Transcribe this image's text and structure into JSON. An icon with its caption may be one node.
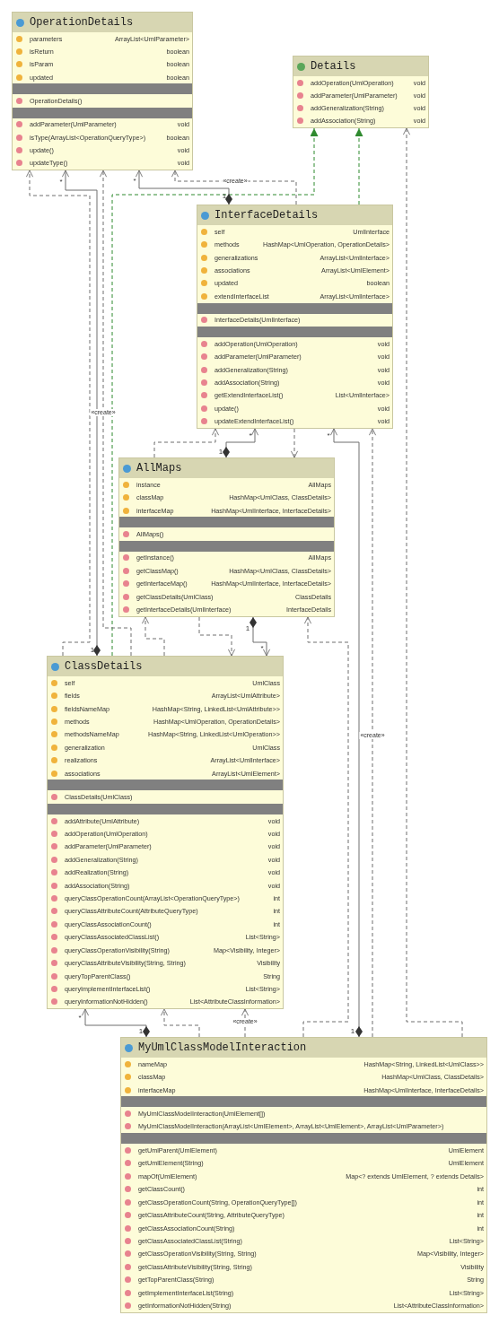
{
  "diagram": {
    "nodes": [
      {
        "text": [
          "OperationDetails",
          "parameters",
          "ArrayList<UmlParameter>",
          "isReturn",
          "boolean",
          "isParam",
          "boolean",
          "updated",
          "boolean",
          "OperationDetails()",
          "addParameter(UmlParameter)",
          "void",
          "isType(ArrayList<OperationQueryType>)",
          "boolean",
          "update()",
          "void",
          "updateType()",
          "void"
        ]
      },
      {
        "text": [
          "Details",
          "addOperation(UmlOperation)",
          "void",
          "addParameter(UmlParameter)",
          "void",
          "addGeneralization(String)",
          "void",
          "addAssociation(String)",
          "void"
        ]
      },
      {
        "text": [
          "InterfaceDetails",
          "self",
          "UmlInterface",
          "methods",
          "HashMap<UmlOperation, OperationDetails>",
          "generalizations",
          "ArrayList<UmlInterface>",
          "associations",
          "ArrayList<UmlElement>",
          "updated",
          "boolean",
          "extendInterfaceList",
          "ArrayList<UmlInterface>",
          "InterfaceDetails(UmlInterface)",
          "addOperation(UmlOperation)",
          "void",
          "addParameter(UmlParameter)",
          "void",
          "addGeneralization(String)",
          "void",
          "addAssociation(String)",
          "void",
          "getExtendInterfaceList()",
          "List<UmlInterface>",
          "update()",
          "void",
          "updateExtendInterfaceList()",
          "void"
        ]
      },
      {
        "text": [
          "AllMaps",
          "instance",
          "AllMaps",
          "classMap",
          "HashMap<UmlClass, ClassDetails>",
          "interfaceMap",
          "HashMap<UmlInterface, InterfaceDetails>",
          "AllMaps()",
          "getInstance()",
          "AllMaps",
          "getClassMap()",
          "HashMap<UmlClass, ClassDetails>",
          "getInterfaceMap()",
          "HashMap<UmlInterface, InterfaceDetails>",
          "getClassDetails(UmlClass)",
          "ClassDetails",
          "getInterfaceDetails(UmlInterface)",
          "InterfaceDetails"
        ]
      },
      {
        "text": [
          "ClassDetails",
          "self",
          "UmlClass",
          "fields",
          "ArrayList<UmlAttribute>",
          "fieldsNameMap",
          "HashMap<String, LinkedList<UmlAttribute>>",
          "methods",
          "HashMap<UmlOperation, OperationDetails>",
          "methodsNameMap",
          "HashMap<String, LinkedList<UmlOperation>>",
          "generalization",
          "UmlClass",
          "realizations",
          "ArrayList<UmlInterface>",
          "associations",
          "ArrayList<UmlElement>",
          "ClassDetails(UmlClass)",
          "addAttribute(UmlAttribute)",
          "void",
          "addOperation(UmlOperation)",
          "void",
          "addParameter(UmlParameter)",
          "void",
          "addGeneralization(String)",
          "void",
          "addRealization(String)",
          "void",
          "addAssociation(String)",
          "void",
          "queryClassOperationCount(ArrayList<OperationQueryType>)",
          "int",
          "queryClassAttributeCount(AttributeQueryType)",
          "int",
          "queryClassAssociationCount()",
          "int",
          "queryClassAssociatedClassList()",
          "List<String>",
          "queryClassOperationVisibility(String)",
          "Map<Visibility, Integer>",
          "queryClassAttributeVisibility(String, String)",
          "Visibility",
          "queryTopParentClass()",
          "String",
          "queryImplementInterfaceList()",
          "List<String>",
          "queryInformationNotHidden()",
          "List<AttributeClassInformation>"
        ]
      },
      {
        "text": [
          "MyUmlClassModelInteraction",
          "nameMap",
          "HashMap<String, LinkedList<UmlClass>>",
          "classMap",
          "HashMap<UmlClass, ClassDetails>",
          "interfaceMap",
          "HashMap<UmlInterface, InterfaceDetails>",
          "MyUmlClassModelInteraction(UmlElement[])",
          "MyUmlClassModelInteraction(ArrayList<UmlElement>, ArrayList<UmlElement>, ArrayList<UmlParameter>)",
          "getUmlParent(UmlElement)",
          "UmlElement",
          "getUmlElement(String)",
          "UmlElement",
          "mapOf(UmlElement)",
          "Map<? extends UmlElement, ? extends Details>",
          "getClassCount()",
          "int",
          "getClassOperationCount(String, OperationQueryType[])",
          "int",
          "getClassAttributeCount(String, AttributeQueryType)",
          "int",
          "getClassAssociationCount(String)",
          "int",
          "getClassAssociatedClassList(String)",
          "List<String>",
          "getClassOperationVisibility(String, String)",
          "Map<Visibility, Integer>",
          "getClassAttributeVisibility(String, String)",
          "Visibility",
          "getTopParentClass(String)",
          "String",
          "getImplementInterfaceList(String)",
          "List<String>",
          "getInformationNotHidden(String)",
          "List<AttributeClassInformation>"
        ]
      }
    ],
    "edges": [
      {
        "from": 2,
        "to": 1,
        "arrow": "to",
        "style": "dashed",
        "color": "#2f8a2f"
      },
      {
        "from": 4,
        "to": 1,
        "arrow": "to",
        "style": "dashed",
        "color": "#2f8a2f"
      },
      {
        "from": 5,
        "to": 1,
        "arrow": "to",
        "style": "dashed"
      },
      {
        "from": 4,
        "to": 0,
        "arrow": "to",
        "style": "dashed"
      },
      {
        "from": 4,
        "to": 0,
        "arrow": "to"
      },
      {
        "from": 4,
        "to": 0,
        "label": "«create»",
        "arrow": "to",
        "style": "dashed"
      },
      {
        "from": 2,
        "to": 0,
        "arrow": "to"
      },
      {
        "from": 2,
        "to": 0,
        "label": "«create»",
        "arrow": "to",
        "style": "dashed"
      },
      {
        "from": 3,
        "to": 2,
        "arrow": "to",
        "style": "dashed"
      },
      {
        "from": 3,
        "to": 2,
        "arrow": "to"
      },
      {
        "from": 2,
        "to": 3,
        "arrow": "to",
        "style": "dashed"
      },
      {
        "from": 5,
        "to": 2,
        "arrow": "to"
      },
      {
        "from": 5,
        "to": 2,
        "label": "«create»",
        "arrow": "to",
        "style": "dashed"
      },
      {
        "from": 4,
        "to": 3,
        "arrow": "to",
        "style": "dashed"
      },
      {
        "from": 3,
        "to": 4,
        "arrow": "to",
        "style": "dashed"
      },
      {
        "from": 3,
        "to": 4,
        "arrow": "to"
      },
      {
        "from": 5,
        "to": 3,
        "arrow": "to",
        "style": "dashed"
      },
      {
        "from": 5,
        "to": 4,
        "arrow": "to"
      },
      {
        "from": 5,
        "to": 4,
        "arrow": "to",
        "style": "dashed"
      },
      {
        "from": 5,
        "to": 4,
        "label": "«create»",
        "arrow": "to",
        "style": "dashed"
      }
    ],
    "labels": [
      "*",
      "*",
      "1",
      "*",
      "*",
      "1",
      "1",
      "*",
      "1",
      "*",
      "1",
      "1"
    ]
  }
}
